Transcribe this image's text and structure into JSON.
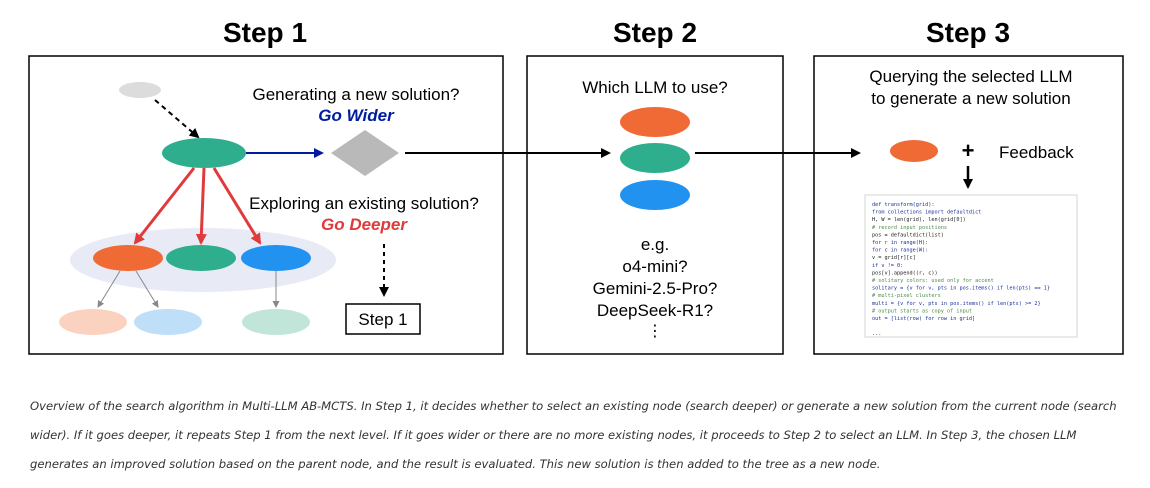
{
  "step1": {
    "title": "Step 1",
    "wider_question": "Generating a new solution?",
    "wider_answer": "Go Wider",
    "deeper_question": "Exploring an existing solution?",
    "deeper_answer": "Go Deeper",
    "repeat_label": "Step 1"
  },
  "step2": {
    "title": "Step 2",
    "question": "Which LLM to use?",
    "examples": [
      "e.g.",
      "o4-mini?",
      "Gemini-2.5-Pro?",
      "DeepSeek-R1?"
    ],
    "ellipsis": "⋮"
  },
  "step3": {
    "title": "Step 3",
    "heading_line1": "Querying the selected LLM",
    "heading_line2": "to generate a new solution",
    "plus": "+",
    "feedback": "Feedback"
  },
  "code": {
    "lines": [
      "def transform(grid):",
      "    from collections import defaultdict",
      "    H, W = len(grid), len(grid[0])",
      "    # record input positions",
      "    pos = defaultdict(list)",
      "    for r in range(H):",
      "        for c in range(W):",
      "            v = grid[r][c]",
      "            if v != 0:",
      "                pos[v].append((r, c))",
      "    # solitary colors: used only for accent",
      "    solitary = {v for v, pts in pos.items() if len(pts) == 1}",
      "    # multi-pixel clusters",
      "    multi = {v for v, pts in pos.items() if len(pts) >= 2}",
      "    # output starts as copy of input",
      "    out = [list(row) for row in grid]",
      "",
      "    ..."
    ]
  },
  "colors": {
    "orange": "#ef6a35",
    "green": "#2fae8e",
    "blue": "#2192f0",
    "red": "#e03a3a",
    "navy": "#001d9e",
    "gray": "#c8c8c8"
  },
  "caption": {
    "text": "Overview of the search algorithm in Multi-LLM AB-MCTS. In Step 1, it decides whether to select an existing node (search deeper) or generate a new solution from the current node (search wider). If it goes deeper, it repeats Step 1 from the next level. If it goes wider or there are no more existing nodes, it proceeds to Step 2 to select an LLM. In Step 3, the chosen LLM generates an improved solution based on the parent node, and the result is evaluated. This new solution is then added to the tree as a new node."
  }
}
